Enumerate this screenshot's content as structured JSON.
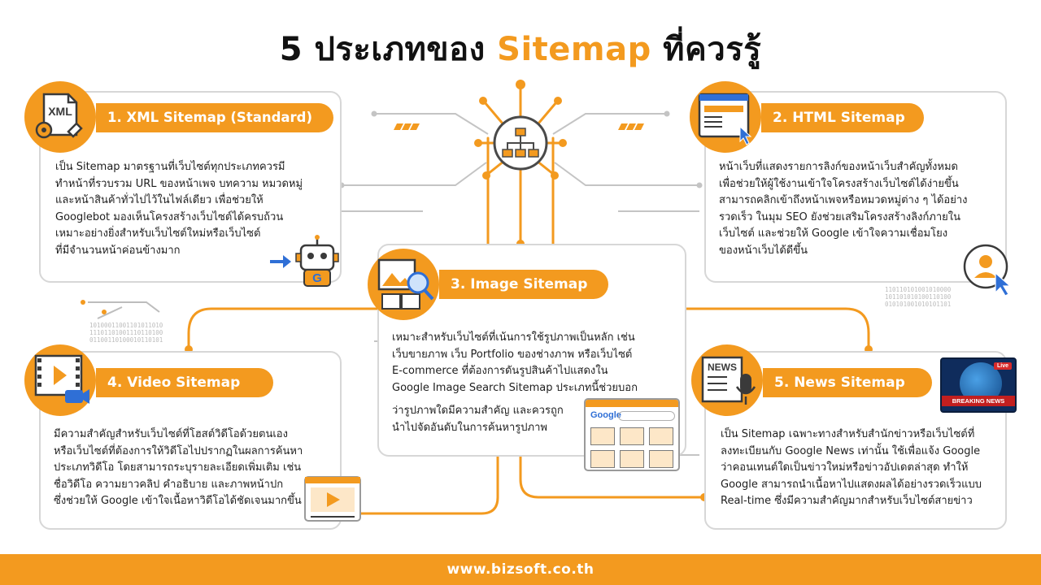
{
  "header": {
    "title_prefix": "5 ประเภทของ ",
    "title_accent": "Sitemap",
    "title_suffix": " ที่ควรรู้"
  },
  "colors": {
    "accent": "#f39a1f",
    "border": "#d7d7d7",
    "connector": "#f39a1f",
    "text": "#1e1e1e"
  },
  "cards": [
    {
      "number_title": "1. XML Sitemap (Standard)",
      "icon": "xml-file-icon",
      "icon_text": "XML",
      "lines": [
        "เป็น Sitemap มาตรฐานที่เว็บไซต์ทุกประเภทควรมี",
        "ทำหน้าที่รวบรวม URL ของหน้าเพจ บทความ หมวดหมู่",
        "และหน้าสินค้าทั่วไปไว้ในไฟล์เดียว เพื่อช่วยให้",
        "Googlebot มองเห็นโครงสร้างเว็บไซต์ได้ครบถ้วน",
        "เหมาะอย่างยิ่งสำหรับเว็บไซต์ใหม่หรือเว็บไซต์",
        "ที่มีจำนวนหน้าค่อนข้างมาก"
      ],
      "deco_icon": "google-robot-icon"
    },
    {
      "number_title": "2. HTML Sitemap",
      "icon": "html-page-icon",
      "lines": [
        "หน้าเว็บที่แสดงรายการลิงก์ของหน้าเว็บสำคัญทั้งหมด",
        "เพื่อช่วยให้ผู้ใช้งานเข้าใจโครงสร้างเว็บไซต์ได้ง่ายขึ้น",
        "สามารถคลิกเข้าถึงหน้าเพจหรือหมวดหมู่ต่าง ๆ ได้อย่าง",
        "รวดเร็ว ในมุม SEO ยังช่วยเสริมโครงสร้างลิงก์ภายใน",
        "เว็บไซต์ และช่วยให้ Google เข้าใจความเชื่อมโยง",
        "ของหน้าเว็บได้ดีขึ้น"
      ],
      "deco_icon": "user-click-icon"
    },
    {
      "number_title": "3. Image Sitemap",
      "icon": "image-search-icon",
      "lines": [
        "เหมาะสำหรับเว็บไซต์ที่เน้นการใช้รูปภาพเป็นหลัก เช่น",
        "เว็บขายภาพ เว็บ Portfolio ของช่างภาพ หรือเว็บไซต์",
        "E-commerce ที่ต้องการดันรูปสินค้าไปแสดงใน",
        "Google Image Search Sitemap ประเภทนี้ช่วยบอก",
        "ว่ารูปภาพใดมีความสำคัญ และควรถูก",
        "นำไปจัดอันดับในการค้นหารูปภาพ"
      ],
      "deco_icon": "google-images-window-icon",
      "deco_logo": "Google"
    },
    {
      "number_title": "4. Video Sitemap",
      "icon": "video-film-icon",
      "lines": [
        "มีความสำคัญสำหรับเว็บไซต์ที่โฮสต์วิดีโอด้วยตนเอง",
        "หรือเว็บไซต์ที่ต้องการให้วิดีโอไปปรากฏในผลการค้นหา",
        "ประเภทวิดีโอ โดยสามารถระบุรายละเอียดเพิ่มเติม เช่น",
        "ชื่อวิดีโอ ความยาวคลิป คำอธิบาย และภาพหน้าปก",
        "ซึ่งช่วยให้ Google เข้าใจเนื้อหาวิดีโอได้ชัดเจนมากขึ้น"
      ],
      "deco_icon": "video-player-window-icon"
    },
    {
      "number_title": "5. News Sitemap",
      "icon": "news-microphone-icon",
      "icon_text": "NEWS",
      "lines": [
        "เป็น Sitemap เฉพาะทางสำหรับสำนักข่าวหรือเว็บไซต์ที่",
        "ลงทะเบียนกับ Google News เท่านั้น ใช้เพื่อแจ้ง Google",
        "ว่าคอนเทนต์ใดเป็นข่าวใหม่หรือข่าวอัปเดตล่าสุด ทำให้",
        "Google สามารถนำเนื้อหาไปแสดงผลได้อย่างรวดเร็วแบบ",
        "Real-time ซึ่งมีความสำคัญมากสำหรับเว็บไซต์สายข่าว"
      ],
      "deco_icon": "breaking-news-screen-icon",
      "deco_live": "Live",
      "deco_banner": "BREAKING NEWS"
    }
  ],
  "center": {
    "icon": "sitemap-hub-icon"
  },
  "decor": {
    "binary_left": "10100011001101011010\n11101101001110110100\n01100110100010110101",
    "binary_right": "110110101001010000\n101101010100110100\n010101001010101101"
  },
  "footer": {
    "url": "www.bizsoft.co.th"
  }
}
